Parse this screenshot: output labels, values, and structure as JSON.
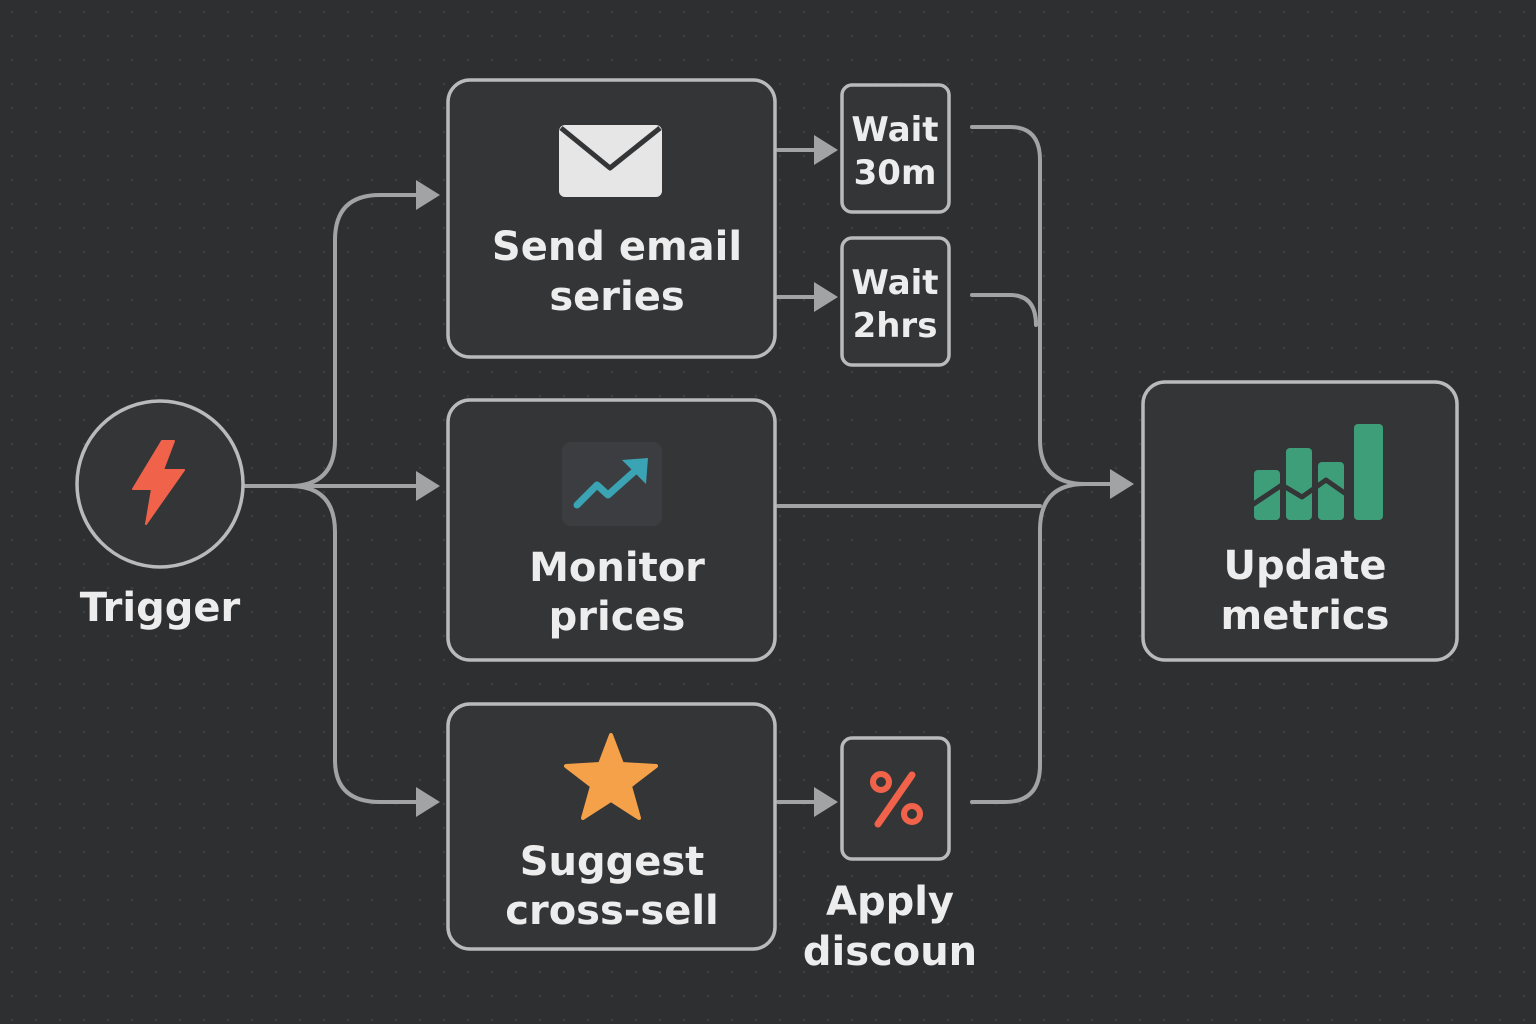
{
  "nodes": {
    "trigger": {
      "label": "Trigger",
      "icon": "lightning-bolt-icon",
      "icon_color": "#f0634a"
    },
    "send_email": {
      "line1": "Send email",
      "line2": "series",
      "icon": "envelope-icon",
      "icon_color": "#e6e6e6"
    },
    "wait_30m": {
      "line1": "Wait",
      "line2": "30m"
    },
    "wait_2hrs": {
      "line1": "Wait",
      "line2": "2hrs"
    },
    "monitor_prices": {
      "line1": "Monitor",
      "line2": "prices",
      "icon": "trend-up-icon",
      "icon_color": "#3aa3b4"
    },
    "suggest_cross_sell": {
      "line1": "Suggest",
      "line2": "cross-sell",
      "icon": "star-icon",
      "icon_color": "#f4a14a"
    },
    "apply_discount": {
      "line1": "Apply",
      "line2": "discoun",
      "icon": "percent-icon",
      "icon_color": "#f0634a"
    },
    "update_metrics": {
      "line1": "Update",
      "line2": "metrics",
      "icon": "bar-chart-icon",
      "icon_color": "#3f9e7a"
    }
  },
  "edges": [
    {
      "from": "trigger",
      "to": "send_email"
    },
    {
      "from": "trigger",
      "to": "monitor_prices"
    },
    {
      "from": "trigger",
      "to": "suggest_cross_sell"
    },
    {
      "from": "send_email",
      "to": "wait_30m"
    },
    {
      "from": "send_email",
      "to": "wait_2hrs"
    },
    {
      "from": "suggest_cross_sell",
      "to": "apply_discount"
    },
    {
      "from": "wait_30m",
      "to": "update_metrics"
    },
    {
      "from": "wait_2hrs",
      "to": "update_metrics"
    },
    {
      "from": "monitor_prices",
      "to": "update_metrics"
    },
    {
      "from": "apply_discount",
      "to": "update_metrics"
    }
  ],
  "colors": {
    "background": "#2e2f31",
    "edge": "#a2a3a5",
    "node_border": "#b9babb",
    "text": "#ededed"
  }
}
